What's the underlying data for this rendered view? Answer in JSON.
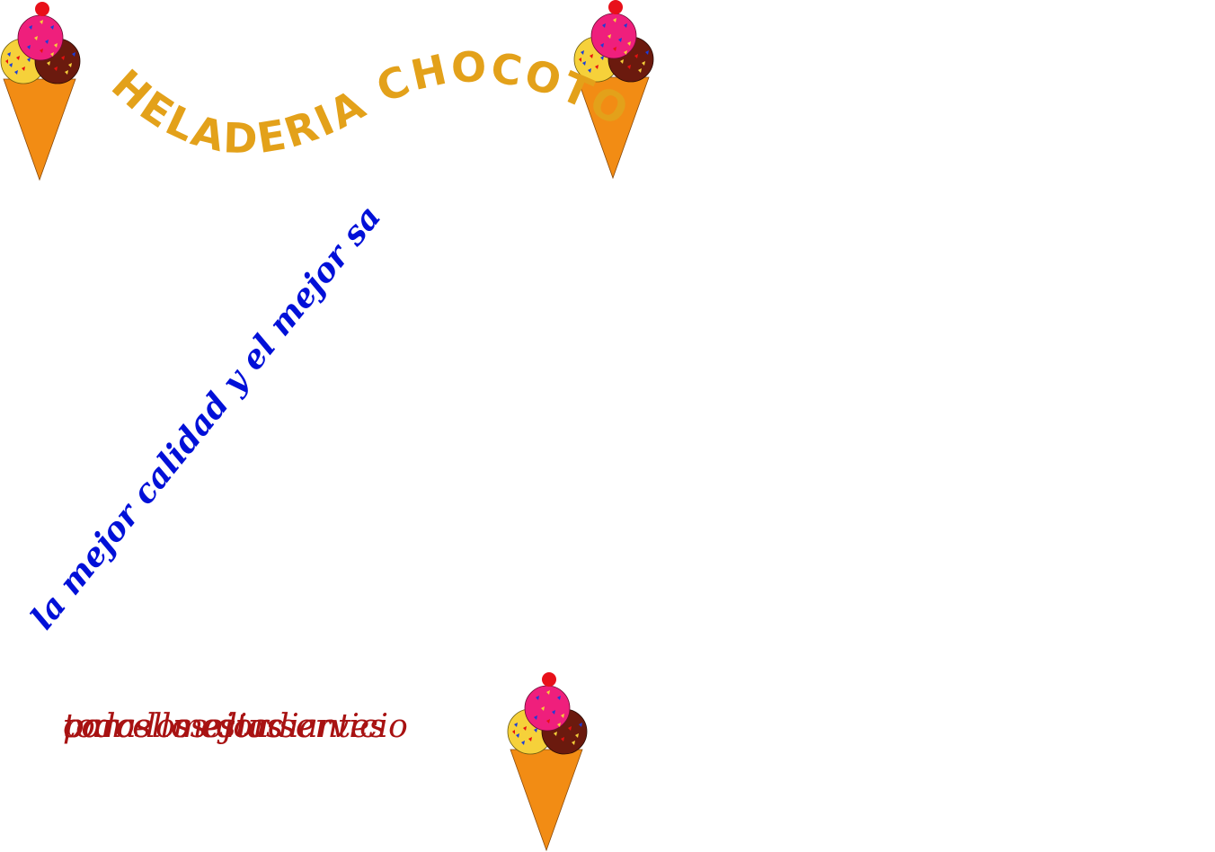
{
  "title": {
    "text": "HELADERIA CHOCOTO",
    "color": "#E3A11A"
  },
  "slogan": {
    "text": "la mejor calidad y el mejor sa",
    "color": "#0010D8"
  },
  "tagline": {
    "lines": [
      "para los estudiantes",
      "todos los dias",
      "con el mejor servicio"
    ],
    "color": "#A81212"
  },
  "icons": {
    "ice_cream": "ice-cream-cone-icon"
  },
  "colors": {
    "cone": "#F28C14",
    "scoop_vanilla": "#F6D13A",
    "scoop_chocolate": "#6B1A0E",
    "scoop_strawberry": "#EF1F7C",
    "cherry": "#E8101A"
  }
}
